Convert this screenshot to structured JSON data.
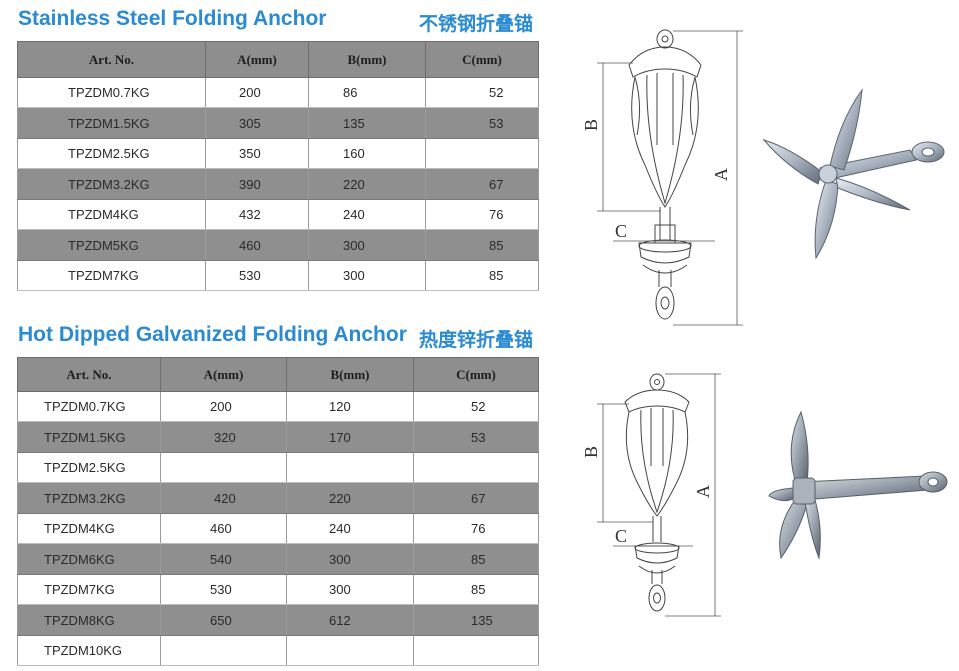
{
  "section1": {
    "title": "Stainless Steel Folding Anchor",
    "title_cn": "不锈钢折叠锚",
    "headers": [
      "Art. No.",
      "A(mm)",
      "B(mm)",
      "C(mm)"
    ],
    "rows": [
      [
        "TPZDM0.7KG",
        "200",
        "86",
        "52"
      ],
      [
        "TPZDM1.5KG",
        "305",
        "135",
        "53"
      ],
      [
        "TPZDM2.5KG",
        "350",
        "160",
        ""
      ],
      [
        "TPZDM3.2KG",
        "390",
        "220",
        "67"
      ],
      [
        "TPZDM4KG",
        "432",
        "240",
        "76"
      ],
      [
        "TPZDM5KG",
        "460",
        "300",
        "85"
      ],
      [
        "TPZDM7KG",
        "530",
        "300",
        "85"
      ]
    ]
  },
  "section2": {
    "title": "Hot Dipped Galvanized Folding Anchor",
    "title_cn": "热度锌折叠锚",
    "headers": [
      "Art. No.",
      "A(mm)",
      "B(mm)",
      "C(mm)"
    ],
    "rows": [
      [
        "TPZDM0.7KG",
        "200",
        "120",
        "52"
      ],
      [
        "TPZDM1.5KG",
        "320",
        "170",
        "53"
      ],
      [
        "TPZDM2.5KG",
        "",
        "",
        ""
      ],
      [
        "TPZDM3.2KG",
        "420",
        "220",
        "67"
      ],
      [
        "TPZDM4KG",
        "460",
        "240",
        "76"
      ],
      [
        "TPZDM6KG",
        "540",
        "300",
        "85"
      ],
      [
        "TPZDM7KG",
        "530",
        "300",
        "85"
      ],
      [
        "TPZDM8KG",
        "650",
        "612",
        "135"
      ],
      [
        "TPZDM10KG",
        "",
        "",
        ""
      ]
    ]
  },
  "diagram_labels": {
    "a": "A",
    "b": "B",
    "c": "C"
  },
  "colors": {
    "heading": "#2a8ad2",
    "header_bg": "#8e8e8e",
    "shade_row": "#8f8f8f"
  }
}
